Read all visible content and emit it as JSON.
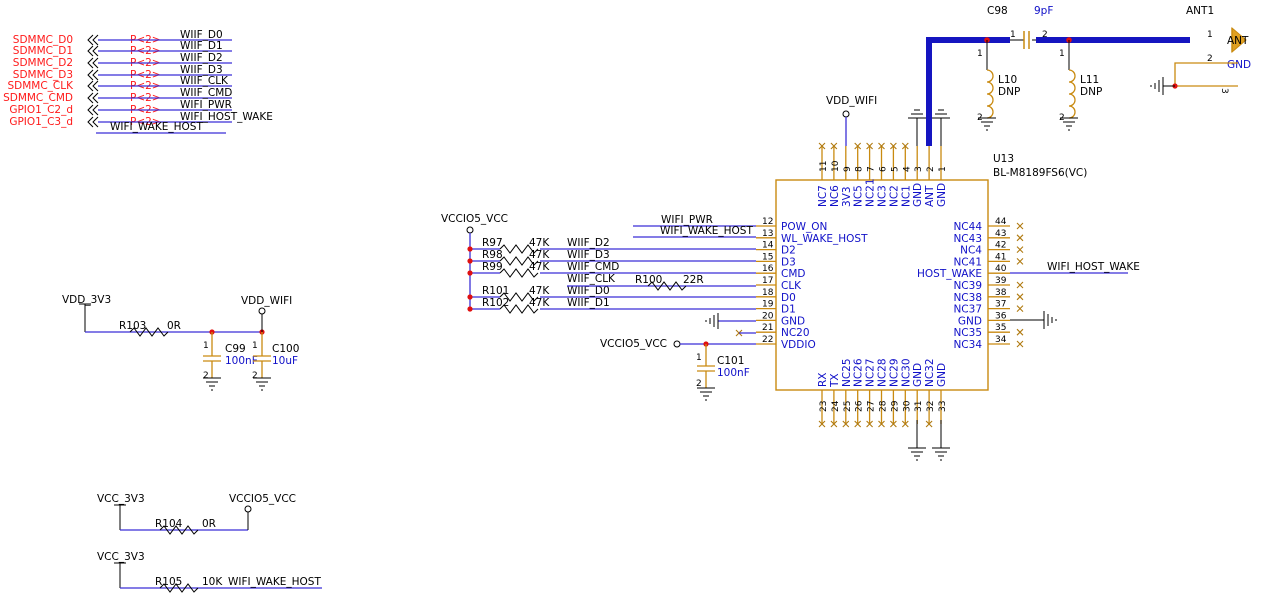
{
  "ports_left": [
    {
      "name": "SDMMC_D0",
      "tag": "P<2>",
      "net": "WIIF_D0"
    },
    {
      "name": "SDMMC_D1",
      "tag": "P<2>",
      "net": "WIIF_D1"
    },
    {
      "name": "SDMMC_D2",
      "tag": "P<2>",
      "net": "WIIF_D2"
    },
    {
      "name": "SDMMC_D3",
      "tag": "P<2>",
      "net": "WIIF_D3"
    },
    {
      "name": "SDMMC_CLK",
      "tag": "P<2>",
      "net": "WIIF_CLK"
    },
    {
      "name": "SDMMC_CMD",
      "tag": "P<2>",
      "net": "WIIF_CMD"
    },
    {
      "name": "GPIO1_C2_d",
      "tag": "P<2>",
      "net": "WIFI_PWR"
    },
    {
      "name": "GPIO1_C3_d",
      "tag": "P<2>",
      "net": "WIFI_HOST_WAKE"
    },
    {
      "name": "",
      "tag": "",
      "net": "WIFI_WAKE_HOST"
    }
  ],
  "power": {
    "vdd_3v3": "VDD_3V3",
    "vdd_wifi_a": "VDD_WIFI",
    "vdd_wifi_b": "VDD_WIFI",
    "vccio_top": "VCCIO5_VCC",
    "vccio_mid": "VCCIO5_VCC",
    "vccio_bot": "VCCIO5_VCC",
    "vcc_a": "VCC_3V3",
    "vcc_b": "VCC_3V3"
  },
  "components": {
    "r103": {
      "ref": "R103",
      "val": "0R"
    },
    "c99": {
      "ref": "C99",
      "val": "100nF",
      "p1": "1",
      "p2": "2"
    },
    "c100": {
      "ref": "C100",
      "val": "10uF",
      "p1": "1",
      "p2": "2"
    },
    "r104": {
      "ref": "R104",
      "val": "0R"
    },
    "r105": {
      "ref": "R105",
      "val": "10K",
      "net": "WIFI_WAKE_HOST"
    },
    "c98": {
      "ref": "C98",
      "val": "9pF",
      "p1": "1",
      "p2": "2"
    },
    "l10": {
      "ref": "L10",
      "val": "DNP",
      "p1": "1",
      "p2": "2"
    },
    "l11": {
      "ref": "L11",
      "val": "DNP",
      "p1": "1",
      "p2": "2"
    },
    "c101": {
      "ref": "C101",
      "val": "100nF",
      "p1": "1",
      "p2": "2"
    },
    "r100": {
      "ref": "R100",
      "val": "22R"
    },
    "ant": {
      "ref": "ANT1",
      "p1": "1",
      "p2": "2",
      "p3": "3",
      "label1": "ANT",
      "label2": "GND"
    },
    "pullups": [
      {
        "ref": "R97",
        "val": "47K",
        "net": "WIIF_D2"
      },
      {
        "ref": "R98",
        "val": "47K",
        "net": "WIIF_D3"
      },
      {
        "ref": "R99",
        "val": "47K",
        "net": "WIIF_CMD"
      },
      {
        "ref": "R101",
        "val": "47K",
        "net": "WIIF_D0"
      },
      {
        "ref": "R102",
        "val": "47K",
        "net": "WIIF_D1"
      }
    ],
    "clk_net": "WIIF_CLK"
  },
  "u13": {
    "ref": "U13",
    "part": "BL-M8189FS6(VC)",
    "top_pins": [
      {
        "num": "11",
        "name": "NC7"
      },
      {
        "num": "10",
        "name": "NC6"
      },
      {
        "num": "9",
        "name": "3V3"
      },
      {
        "num": "8",
        "name": "NC5"
      },
      {
        "num": "7",
        "name": "NC21"
      },
      {
        "num": "6",
        "name": "NC3"
      },
      {
        "num": "5",
        "name": "NC2"
      },
      {
        "num": "4",
        "name": "NC1"
      },
      {
        "num": "3",
        "name": "GND"
      },
      {
        "num": "2",
        "name": "ANT"
      },
      {
        "num": "1",
        "name": "GND"
      }
    ],
    "left_pins": [
      {
        "num": "12",
        "name": "POW_ON"
      },
      {
        "num": "13",
        "name": "WL_WAKE_HOST"
      },
      {
        "num": "14",
        "name": "D2"
      },
      {
        "num": "15",
        "name": "D3"
      },
      {
        "num": "16",
        "name": "CMD"
      },
      {
        "num": "17",
        "name": "CLK"
      },
      {
        "num": "18",
        "name": "D0"
      },
      {
        "num": "19",
        "name": "D1"
      },
      {
        "num": "20",
        "name": "GND"
      },
      {
        "num": "21",
        "name": "NC20"
      },
      {
        "num": "22",
        "name": "VDDIO"
      }
    ],
    "right_pins": [
      {
        "num": "44",
        "name": "NC44"
      },
      {
        "num": "43",
        "name": "NC43"
      },
      {
        "num": "42",
        "name": "NC4"
      },
      {
        "num": "41",
        "name": "NC41"
      },
      {
        "num": "40",
        "name": "HOST_WAKE"
      },
      {
        "num": "39",
        "name": "NC39"
      },
      {
        "num": "38",
        "name": "NC38"
      },
      {
        "num": "37",
        "name": "NC37"
      },
      {
        "num": "36",
        "name": "GND"
      },
      {
        "num": "35",
        "name": "NC35"
      },
      {
        "num": "34",
        "name": "NC34"
      }
    ],
    "bottom_pins": [
      {
        "num": "23",
        "name": "RX"
      },
      {
        "num": "24",
        "name": "TX"
      },
      {
        "num": "25",
        "name": "NC25"
      },
      {
        "num": "26",
        "name": "NC26"
      },
      {
        "num": "27",
        "name": "NC27"
      },
      {
        "num": "28",
        "name": "NC28"
      },
      {
        "num": "29",
        "name": "NC29"
      },
      {
        "num": "30",
        "name": "NC30"
      },
      {
        "num": "31",
        "name": "GND"
      },
      {
        "num": "32",
        "name": "NC32"
      },
      {
        "num": "33",
        "name": "GND"
      }
    ]
  },
  "nets": {
    "pwr": "WIFI_PWR",
    "wake_host": "WIFI_WAKE_HOST",
    "host_wake": "WIFI_HOST_WAKE"
  }
}
